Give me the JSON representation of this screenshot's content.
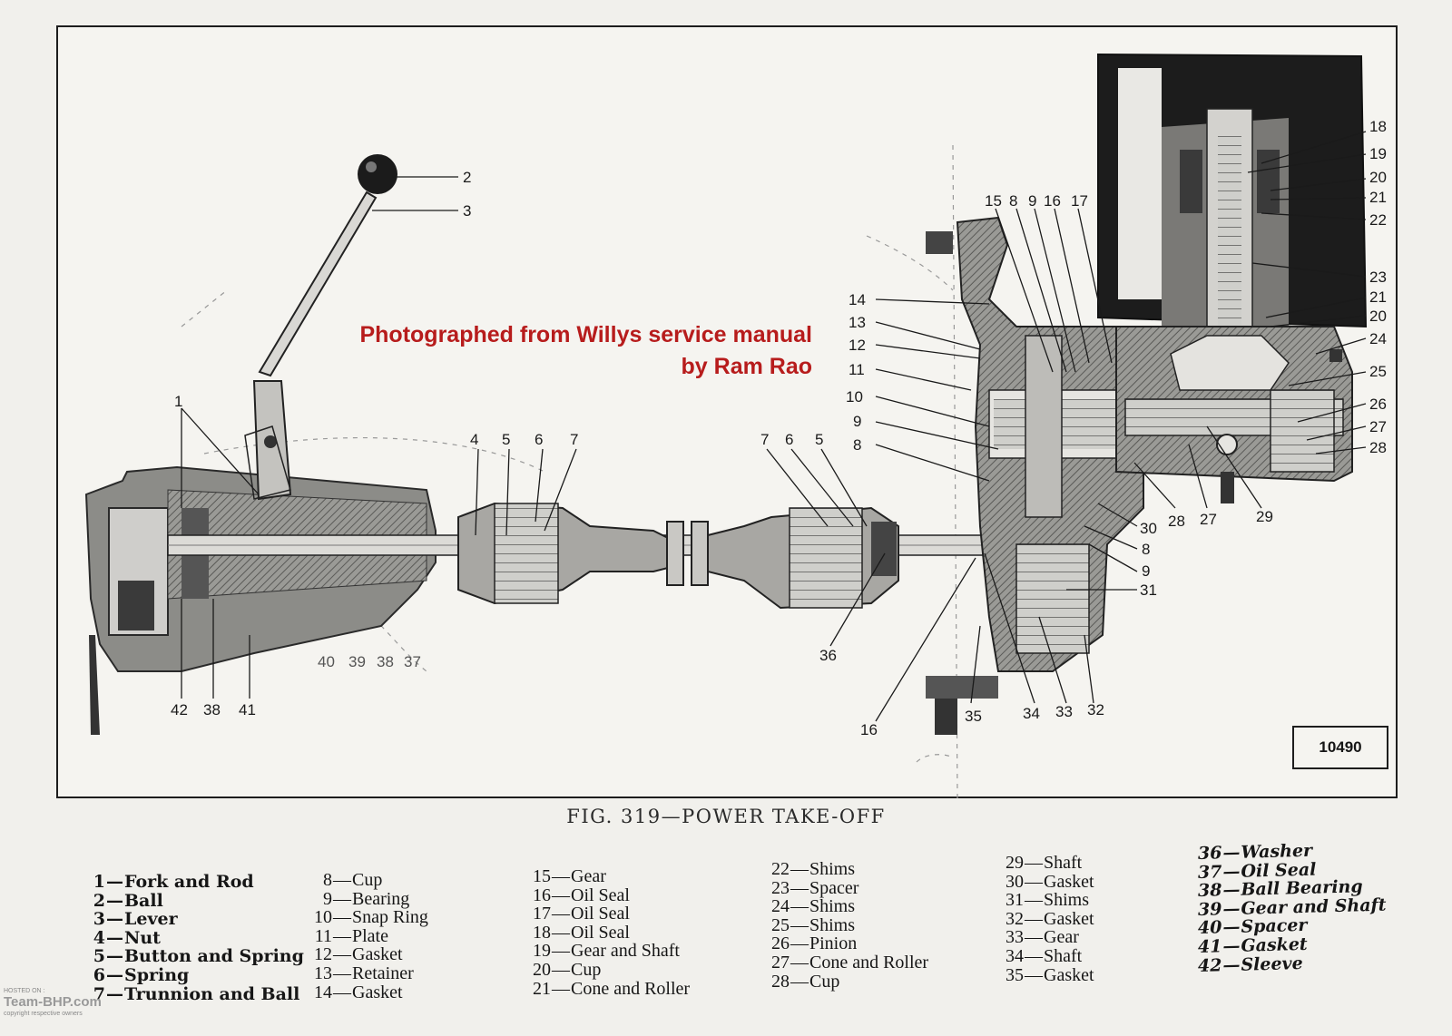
{
  "watermark": {
    "line1": "Photographed from Willys service manual",
    "line2": "by Ram Rao"
  },
  "figure": {
    "number_box": "10490",
    "caption": "FIG. 319—POWER TAKE-OFF"
  },
  "callouts": {
    "c1": "1",
    "c2": "2",
    "c3": "3",
    "c4a": "4",
    "c5a": "5",
    "c6a": "6",
    "c7a": "7",
    "c7b": "7",
    "c6b": "6",
    "c5b": "5",
    "c40": "40",
    "c39": "39",
    "c38a": "38",
    "c37": "37",
    "c42": "42",
    "c38b": "38",
    "c41": "41",
    "c36": "36",
    "c16b": "16",
    "c35": "35",
    "c34": "34",
    "c33": "33",
    "c32": "32",
    "c31": "31",
    "c9b": "9",
    "c8b": "8",
    "c30": "30",
    "c28b": "28",
    "c27b": "27",
    "c29": "29",
    "c14": "14",
    "c13": "13",
    "c12": "12",
    "c11": "11",
    "c10": "10",
    "c9a": "9",
    "c8a": "8",
    "c15": "15",
    "c8t": "8",
    "c9t": "9",
    "c16t": "16",
    "c17": "17",
    "c18": "18",
    "c19": "19",
    "c20a": "20",
    "c21a": "21",
    "c22": "22",
    "c23": "23",
    "c21b": "21",
    "c20b": "20",
    "c24": "24",
    "c25": "25",
    "c26": "26",
    "c27a": "27",
    "c28a": "28"
  },
  "legend": {
    "col1": [
      {
        "num": "1",
        "name": "Fork and Rod"
      },
      {
        "num": "2",
        "name": "Ball"
      },
      {
        "num": "3",
        "name": "Lever"
      },
      {
        "num": "4",
        "name": "Nut"
      },
      {
        "num": "5",
        "name": "Button and Spring"
      },
      {
        "num": "6",
        "name": "Spring"
      },
      {
        "num": "7",
        "name": "Trunnion and Ball"
      }
    ],
    "col2": [
      {
        "num": "8",
        "name": "Cup"
      },
      {
        "num": "9",
        "name": "Bearing"
      },
      {
        "num": "10",
        "name": "Snap Ring"
      },
      {
        "num": "11",
        "name": "Plate"
      },
      {
        "num": "12",
        "name": "Gasket"
      },
      {
        "num": "13",
        "name": "Retainer"
      },
      {
        "num": "14",
        "name": "Gasket"
      }
    ],
    "col3": [
      {
        "num": "15",
        "name": "Gear"
      },
      {
        "num": "16",
        "name": "Oil Seal"
      },
      {
        "num": "17",
        "name": "Oil Seal"
      },
      {
        "num": "18",
        "name": "Oil Seal"
      },
      {
        "num": "19",
        "name": "Gear and Shaft"
      },
      {
        "num": "20",
        "name": "Cup"
      },
      {
        "num": "21",
        "name": "Cone and Roller"
      }
    ],
    "col4": [
      {
        "num": "22",
        "name": "Shims"
      },
      {
        "num": "23",
        "name": "Spacer"
      },
      {
        "num": "24",
        "name": "Shims"
      },
      {
        "num": "25",
        "name": "Shims"
      },
      {
        "num": "26",
        "name": "Pinion"
      },
      {
        "num": "27",
        "name": "Cone and Roller"
      },
      {
        "num": "28",
        "name": "Cup"
      }
    ],
    "col5": [
      {
        "num": "29",
        "name": "Shaft"
      },
      {
        "num": "30",
        "name": "Gasket"
      },
      {
        "num": "31",
        "name": "Shims"
      },
      {
        "num": "32",
        "name": "Gasket"
      },
      {
        "num": "33",
        "name": "Gear"
      },
      {
        "num": "34",
        "name": "Shaft"
      },
      {
        "num": "35",
        "name": "Gasket"
      }
    ],
    "col6": [
      {
        "num": "36",
        "name": "Washer"
      },
      {
        "num": "37",
        "name": "Oil Seal"
      },
      {
        "num": "38",
        "name": "Ball Bearing"
      },
      {
        "num": "39",
        "name": "Gear and Shaft"
      },
      {
        "num": "40",
        "name": "Spacer"
      },
      {
        "num": "41",
        "name": "Gasket"
      },
      {
        "num": "42",
        "name": "Sleeve"
      }
    ]
  },
  "host_logo": {
    "small_top": "HOSTED ON :",
    "brand": "Team-BHP.com",
    "small_bottom": "copyright respective owners"
  }
}
